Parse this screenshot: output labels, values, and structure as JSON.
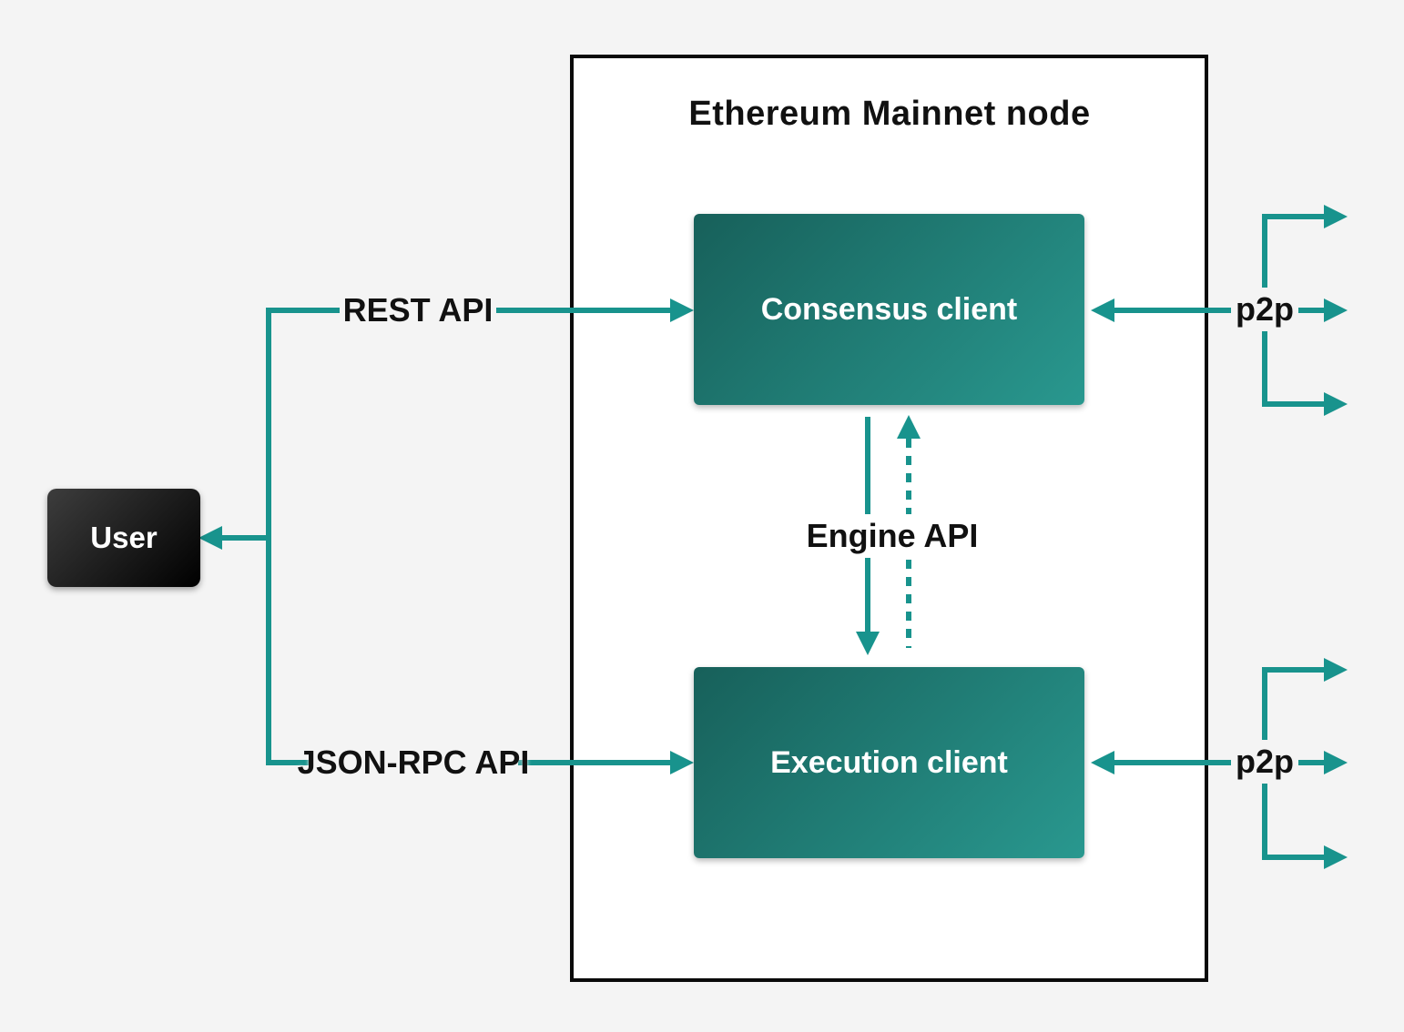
{
  "colors": {
    "background": "#f4f4f4",
    "node_bg": "#ffffff",
    "node_border": "#0a0a0a",
    "teal": "#18938d",
    "client_gradient_start": "#17605a",
    "client_gradient_end": "#29988f",
    "user_gradient_start": "#3d3d3d",
    "user_gradient_end": "#000000",
    "label_text": "#111111",
    "box_label_text": "#ffffff"
  },
  "diagram": {
    "node_title": "Ethereum Mainnet node",
    "user_label": "User",
    "consensus_label": "Consensus client",
    "execution_label": "Execution client",
    "rest_api_label": "REST API",
    "json_rpc_label": "JSON-RPC API",
    "engine_api_label": "Engine API",
    "p2p_consensus_label": "p2p",
    "p2p_execution_label": "p2p"
  }
}
